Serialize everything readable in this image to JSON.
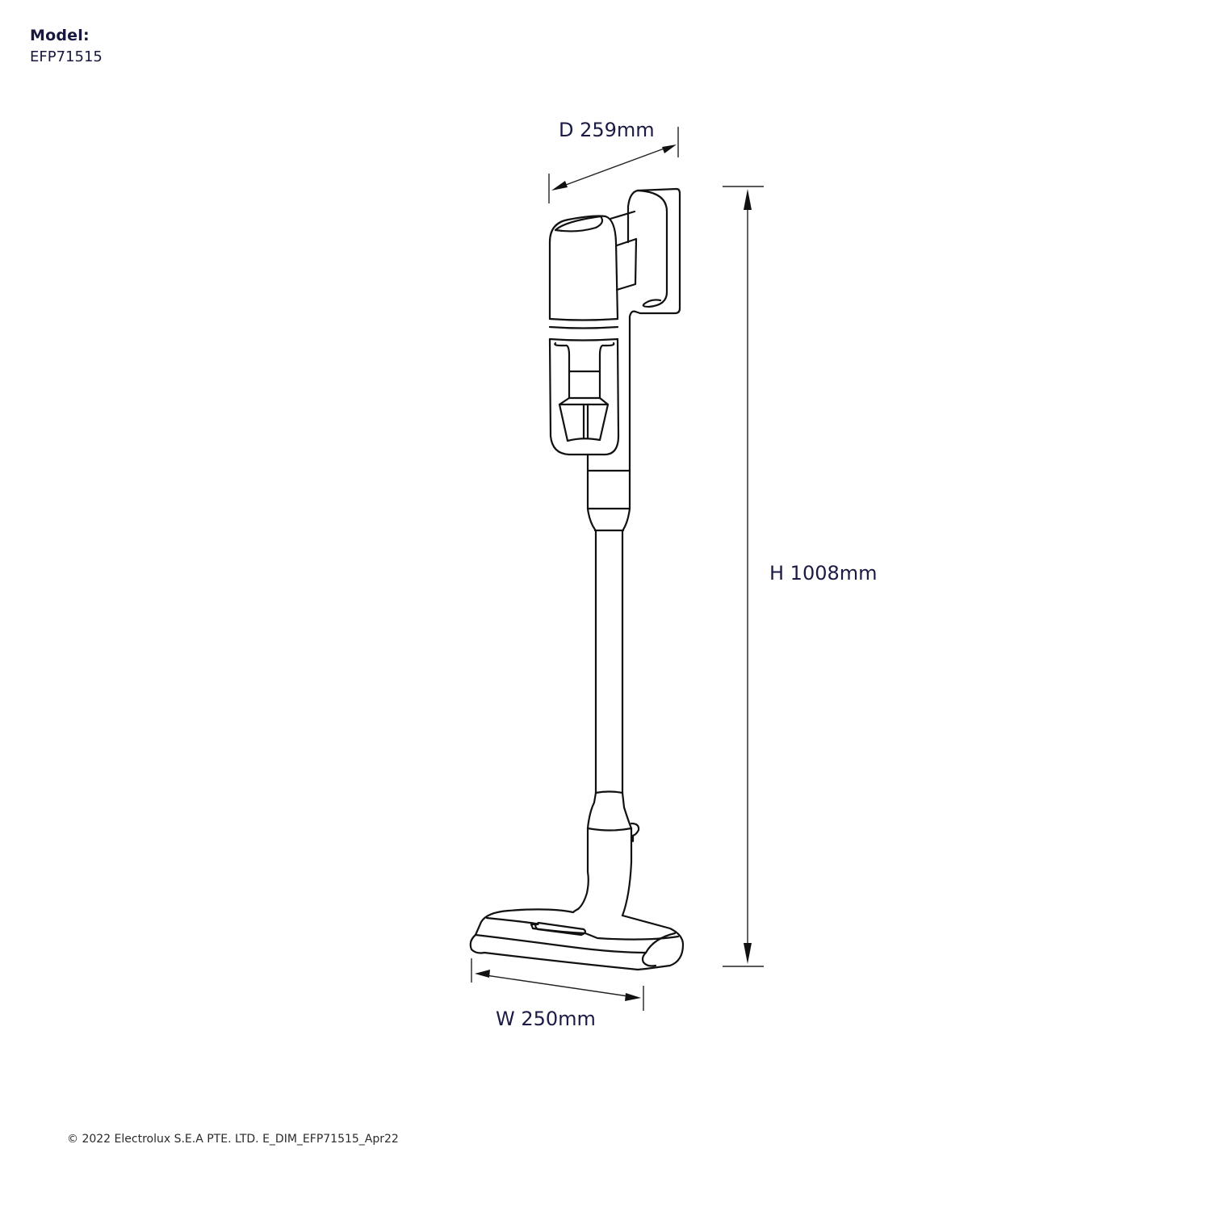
{
  "header": {
    "model_label": "Model:",
    "model_value": "EFP71515"
  },
  "dimensions": {
    "depth": {
      "label": "D 259mm",
      "value_mm": 259
    },
    "height": {
      "label": "H 1008mm",
      "value_mm": 1008
    },
    "width": {
      "label": "W 250mm",
      "value_mm": 250
    }
  },
  "product": {
    "type": "stick-vacuum-cleaner-line-drawing"
  },
  "footer": {
    "copyright": "© 2022 Electrolux S.E.A PTE. LTD. E_DIM_EFP71515_Apr22"
  },
  "colors": {
    "text": "#1b1b45",
    "line": "#111111",
    "background": "#ffffff"
  }
}
